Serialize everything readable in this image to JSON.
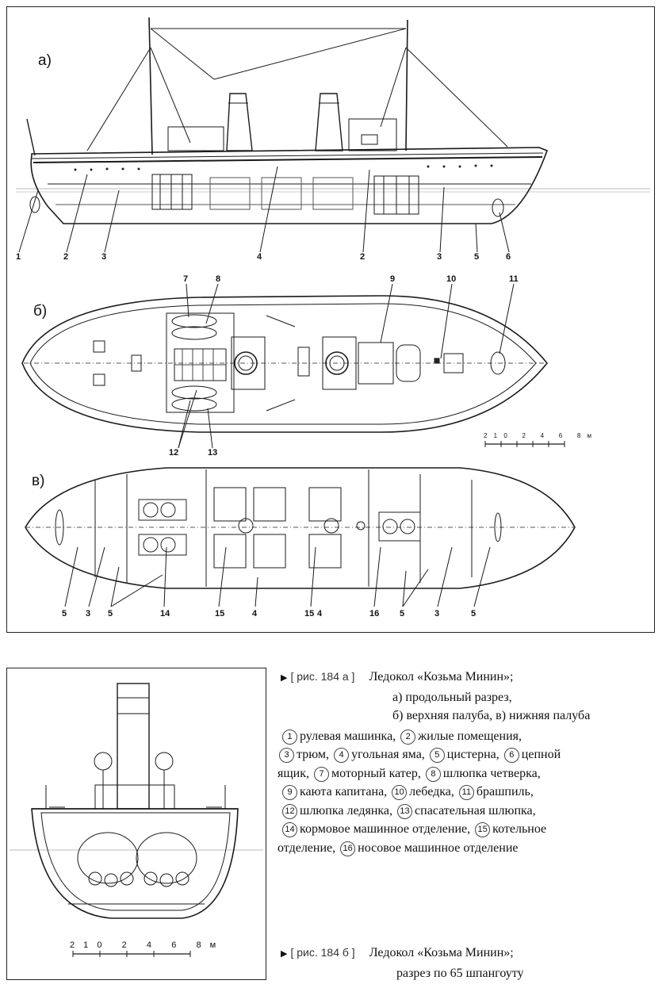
{
  "drawing_top": {
    "section_a": "а)",
    "section_b": "б)",
    "section_c": "в)",
    "profile_numbers": [
      "1",
      "2",
      "3",
      "4",
      "2",
      "3",
      "5",
      "6"
    ],
    "deck_numbers": [
      "7",
      "8",
      "9",
      "10",
      "11",
      "12",
      "13"
    ],
    "lower_numbers": [
      "5",
      "3",
      "5",
      "14",
      "15",
      "4",
      "15",
      "4",
      "16",
      "5",
      "3",
      "5"
    ],
    "scale_label": "2 1 0   2   4   6   8 м"
  },
  "drawing_section": {
    "scale_label": "2 1 0   2   4   6   8 м"
  },
  "caption_a": {
    "tag": "[ рис. 184 а ]",
    "title": "Ледокол «Козьма Минин»;",
    "line1": "а) продольный разрез,",
    "line2": "б) верхняя палуба, в) нижняя палуба",
    "legend": [
      {
        "n": "1",
        "t": "рулевая машинка,"
      },
      {
        "n": "2",
        "t": "жилые помещения,"
      },
      {
        "n": "3",
        "t": "трюм,"
      },
      {
        "n": "4",
        "t": "угольная яма,"
      },
      {
        "n": "5",
        "t": "цистерна,"
      },
      {
        "n": "6",
        "t": "цепной"
      },
      {
        "n": "",
        "t": "ящик,"
      },
      {
        "n": "7",
        "t": "моторный катер,"
      },
      {
        "n": "8",
        "t": "шлюпка четверка,"
      },
      {
        "n": "9",
        "t": "каюта капитана,"
      },
      {
        "n": "10",
        "t": "лебедка,"
      },
      {
        "n": "11",
        "t": "брашпиль,"
      },
      {
        "n": "12",
        "t": "шлюпка ледянка,"
      },
      {
        "n": "13",
        "t": "спасательная шлюпка,"
      },
      {
        "n": "14",
        "t": "кормовое машинное отделение,"
      },
      {
        "n": "15",
        "t": "котельное"
      },
      {
        "n": "",
        "t": "отделение,"
      },
      {
        "n": "16",
        "t": "носовое машинное отделение"
      }
    ]
  },
  "caption_b": {
    "tag": "[ рис. 184 б ]",
    "title": "Ледокол «Козьма Минин»;",
    "line1": "разрез по 65 шпангоуту"
  }
}
